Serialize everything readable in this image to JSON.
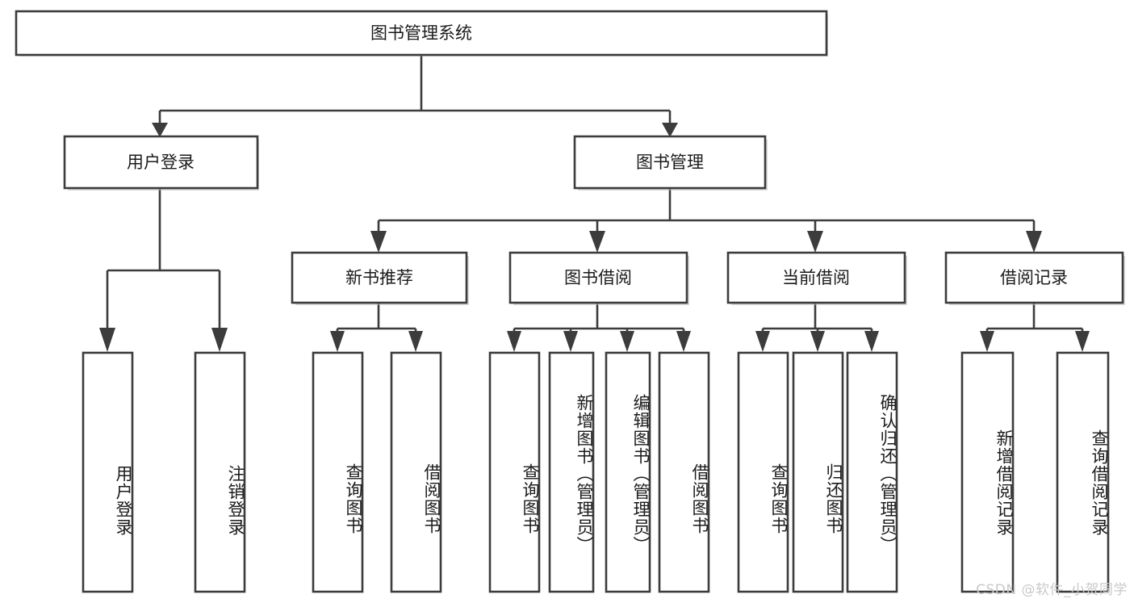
{
  "diagram": {
    "type": "tree",
    "title": "图书管理系统",
    "watermark": "CSDN @软件_小贺同学",
    "colors": {
      "box_stroke": "#3c3c3c",
      "box_fill": "#ffffff",
      "text": "#1b1b1b",
      "watermark": "#c9c9c9",
      "background": "#ffffff"
    },
    "nodes": {
      "root": "图书管理系统",
      "level2": [
        "用户登录",
        "图书管理"
      ],
      "level3": [
        "新书推荐",
        "图书借阅",
        "当前借阅",
        "借阅记录"
      ],
      "leaves": {
        "user_login": [
          "用户登录",
          "注销登录"
        ],
        "new_book_recommend": [
          "查询图书",
          "借阅图书"
        ],
        "book_borrow": [
          "查询图书",
          "新增图书（管理员）",
          "编辑图书（管理员）",
          "借阅图书"
        ],
        "current_borrow": [
          "查询图书",
          "归还图书",
          "确认归还（管理员）"
        ],
        "borrow_record": [
          "新增借阅记录",
          "查询借阅记录"
        ]
      }
    },
    "edges": [
      {
        "from": "图书管理系统",
        "to": "用户登录"
      },
      {
        "from": "图书管理系统",
        "to": "图书管理"
      },
      {
        "from": "图书管理",
        "to": "新书推荐"
      },
      {
        "from": "图书管理",
        "to": "图书借阅"
      },
      {
        "from": "图书管理",
        "to": "当前借阅"
      },
      {
        "from": "图书管理",
        "to": "借阅记录"
      },
      {
        "from": "用户登录",
        "to": "用户登录"
      },
      {
        "from": "用户登录",
        "to": "注销登录"
      },
      {
        "from": "新书推荐",
        "to": "查询图书"
      },
      {
        "from": "新书推荐",
        "to": "借阅图书"
      },
      {
        "from": "图书借阅",
        "to": "查询图书"
      },
      {
        "from": "图书借阅",
        "to": "新增图书（管理员）"
      },
      {
        "from": "图书借阅",
        "to": "编辑图书（管理员）"
      },
      {
        "from": "图书借阅",
        "to": "借阅图书"
      },
      {
        "from": "当前借阅",
        "to": "查询图书"
      },
      {
        "from": "当前借阅",
        "to": "归还图书"
      },
      {
        "from": "当前借阅",
        "to": "确认归还（管理员）"
      },
      {
        "from": "借阅记录",
        "to": "新增借阅记录"
      },
      {
        "from": "借阅记录",
        "to": "查询借阅记录"
      }
    ]
  }
}
